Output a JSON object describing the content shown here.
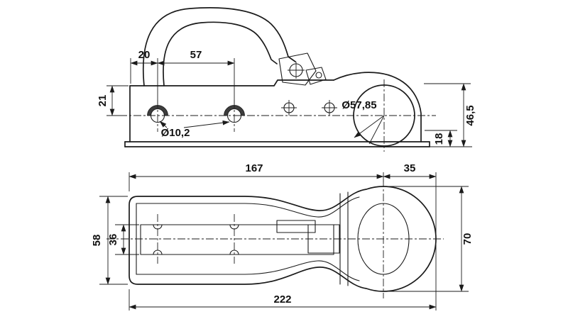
{
  "colors": {
    "line": "#1b1b1b",
    "background": "#ffffff"
  },
  "side_view": {
    "dim_20": "20",
    "dim_57": "57",
    "dim_21": "21",
    "hole_diameter": "Ø10,2",
    "ball_diameter": "Ø57,85",
    "dim_46_5": "46,5",
    "dim_18": "18"
  },
  "plan_view": {
    "dim_167": "167",
    "dim_35": "35",
    "dim_58": "58",
    "dim_36": "36",
    "dim_70": "70",
    "dim_222": "222"
  }
}
